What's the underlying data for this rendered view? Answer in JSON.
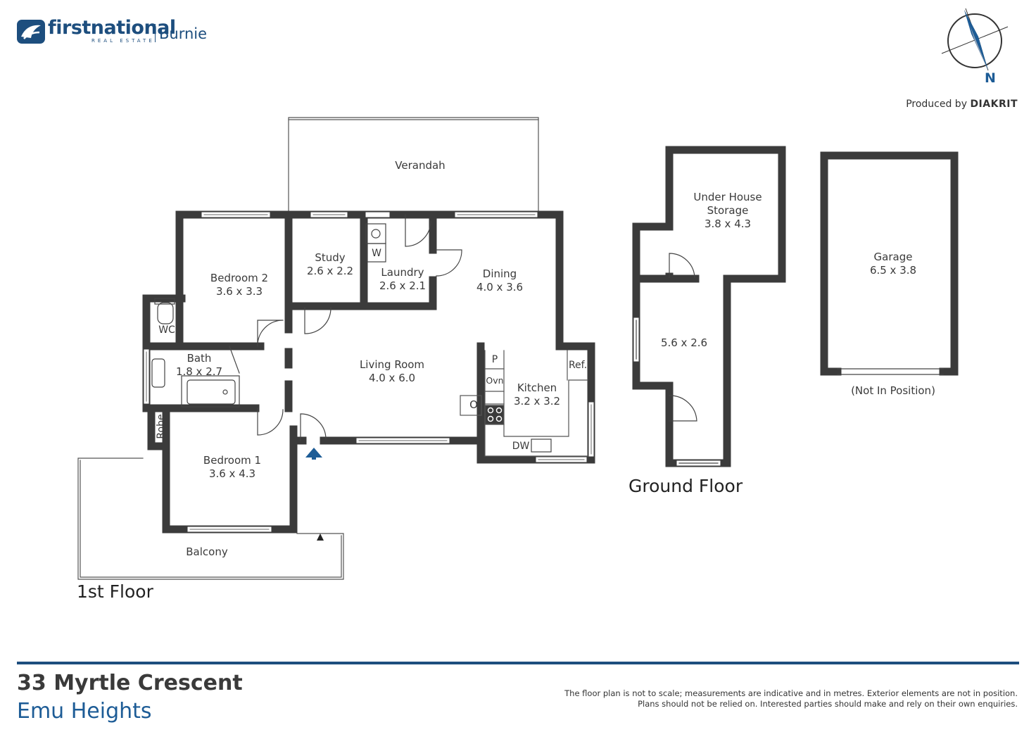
{
  "brand": {
    "name": "firstnational",
    "subtitle": "REAL ESTATE",
    "branch": "Burnie",
    "color": "#1d4e7e"
  },
  "compass": {
    "north_label": "N"
  },
  "producer": {
    "prefix": "Produced by",
    "name": "DIAKRIT"
  },
  "floors": {
    "first": {
      "title": "1st Floor",
      "rooms": {
        "verandah": {
          "name": "Verandah"
        },
        "bedroom2": {
          "name": "Bedroom 2",
          "size": "3.6 x 3.3"
        },
        "study": {
          "name": "Study",
          "size": "2.6 x 2.2"
        },
        "laundry": {
          "name": "Laundry",
          "size": "2.6 x 2.1"
        },
        "dining": {
          "name": "Dining",
          "size": "4.0 x 3.6"
        },
        "living": {
          "name": "Living Room",
          "size": "4.0 x 6.0"
        },
        "kitchen": {
          "name": "Kitchen",
          "size": "3.2 x 3.2"
        },
        "bath": {
          "name": "Bath",
          "size": "1.8 x 2.7"
        },
        "bedroom1": {
          "name": "Bedroom 1",
          "size": "3.6 x 4.3"
        },
        "balcony": {
          "name": "Balcony"
        }
      },
      "fixtures": {
        "wc": "WC",
        "washer": "W",
        "pantry": "P",
        "oven": "Ovn",
        "fridge": "Ref.",
        "dishwasher": "DW",
        "robe": "Robe"
      }
    },
    "ground": {
      "title": "Ground Floor",
      "rooms": {
        "storage": {
          "name": "Under House Storage",
          "name_line1": "Under House",
          "name_line2": "Storage",
          "size": "3.8 x 4.3"
        },
        "lower": {
          "size": "5.6 x 2.6"
        }
      }
    },
    "garage": {
      "name": "Garage",
      "size": "6.5 x 3.8",
      "note": "(Not In Position)"
    }
  },
  "address": {
    "street": "33 Myrtle Crescent",
    "suburb": "Emu Heights"
  },
  "disclaimer": {
    "line1": "The floor plan is not to scale; measurements are indicative and in metres. Exterior elements are not in position.",
    "line2": "Plans should not be relied on. Interested parties should make and rely on their own enquiries."
  },
  "colors": {
    "wall": "#3b3b3b",
    "accent": "#1d5c96",
    "divider": "#1d4e7e"
  }
}
